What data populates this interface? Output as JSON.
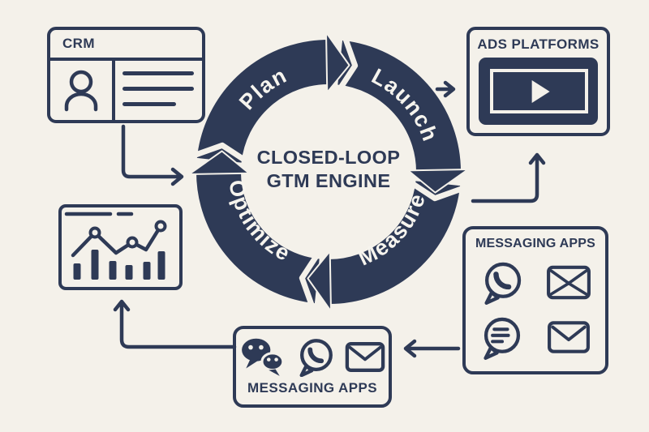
{
  "colors": {
    "navy": "#2e3a56",
    "background": "#f4f1ea",
    "ring_text": "#f6f4ee"
  },
  "cycle": {
    "center_title_line1": "CLOSED-LOOP",
    "center_title_line2": "GTM ENGINE",
    "steps": [
      {
        "label": "Plan"
      },
      {
        "label": "Launch"
      },
      {
        "label": "Measure"
      },
      {
        "label": "Optimize"
      }
    ]
  },
  "boxes": {
    "crm": {
      "title": "CRM",
      "icons": [
        "contact-person-icon",
        "text-lines"
      ]
    },
    "ads": {
      "title": "ADS PLATFORMS",
      "icons": [
        "video-player-icon",
        "play-icon"
      ]
    },
    "analytics": {
      "icons": [
        "dashboard-chart-icon",
        "line-chart",
        "bar-chart"
      ]
    },
    "messaging_right": {
      "title": "MESSAGING APPS",
      "icons": [
        "whatsapp-icon",
        "envelope-crossed-icon",
        "chat-bubble-lines-icon",
        "envelope-icon"
      ]
    },
    "messaging_bottom": {
      "title": "MESSAGING APPS",
      "icons": [
        "wechat-icon",
        "whatsapp-icon",
        "envelope-icon"
      ]
    }
  },
  "connections": [
    {
      "from": "crm",
      "to": "cycle"
    },
    {
      "from": "cycle",
      "to": "ads"
    },
    {
      "from": "cycle-measure",
      "to": "ads"
    },
    {
      "from": "messaging_right",
      "to": "messaging_bottom"
    },
    {
      "from": "messaging_bottom",
      "to": "analytics"
    }
  ]
}
